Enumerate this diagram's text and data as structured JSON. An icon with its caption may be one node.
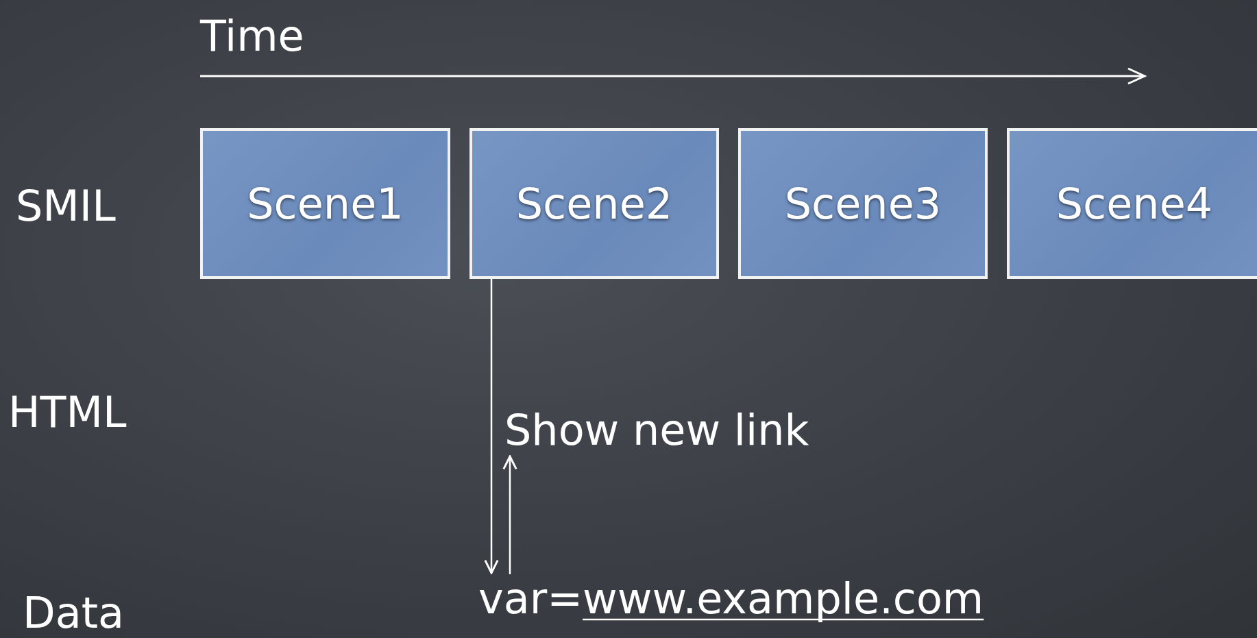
{
  "diagram": {
    "nodes": [
      {
        "text": [
          "Scene1"
        ]
      },
      {
        "text": [
          "Scene2"
        ]
      },
      {
        "text": [
          "Scene3"
        ]
      },
      {
        "text": [
          "Scene4"
        ]
      },
      {
        "text": [
          "Show new link"
        ]
      },
      {
        "text": [
          "var=www.example.com"
        ]
      }
    ],
    "edges": [
      {
        "from": 1,
        "to": 5,
        "arrow": "to"
      },
      {
        "from": 5,
        "to": 4,
        "arrow": "to"
      }
    ],
    "labels": [
      "Time",
      "SMIL",
      "HTML",
      "Data"
    ]
  }
}
